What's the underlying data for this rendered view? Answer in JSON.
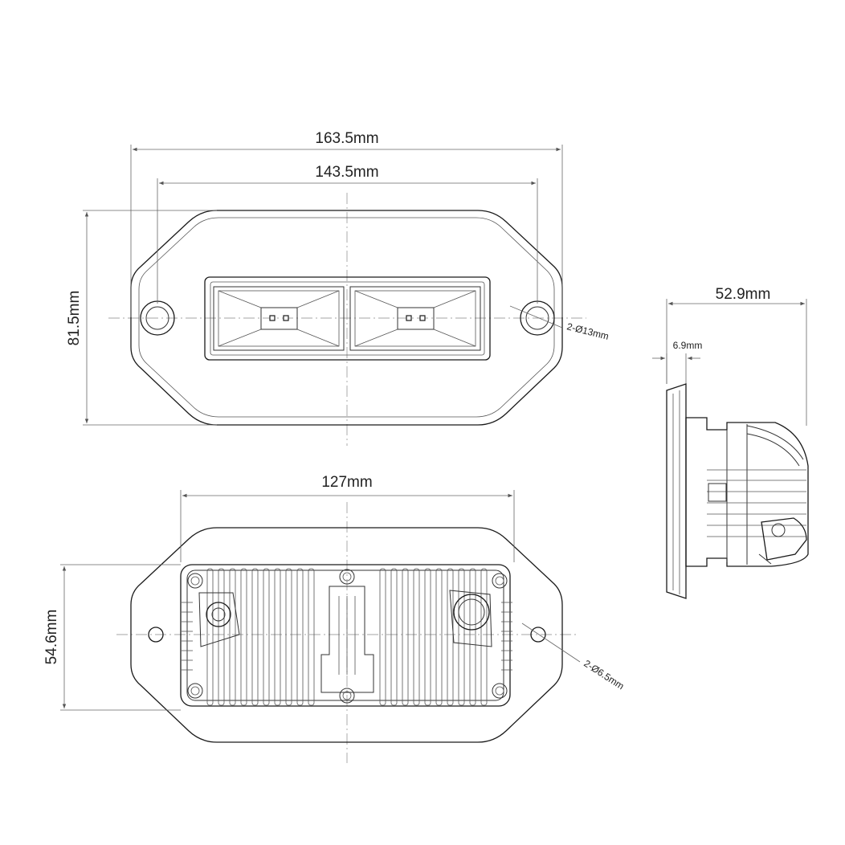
{
  "dimensions": {
    "top_total_width": "163.5mm",
    "top_lens_width": "143.5mm",
    "top_height": "81.5mm",
    "top_hole": "2-Ø13mm",
    "side_depth": "52.9mm",
    "side_flange": "6.9mm",
    "rear_width": "127mm",
    "rear_height": "54.6mm",
    "rear_hole": "2-Ø6.5mm"
  },
  "colors": {
    "line": "#1a1a1a",
    "dimension_line": "#666666",
    "center_line": "#888888",
    "background": "#ffffff"
  }
}
